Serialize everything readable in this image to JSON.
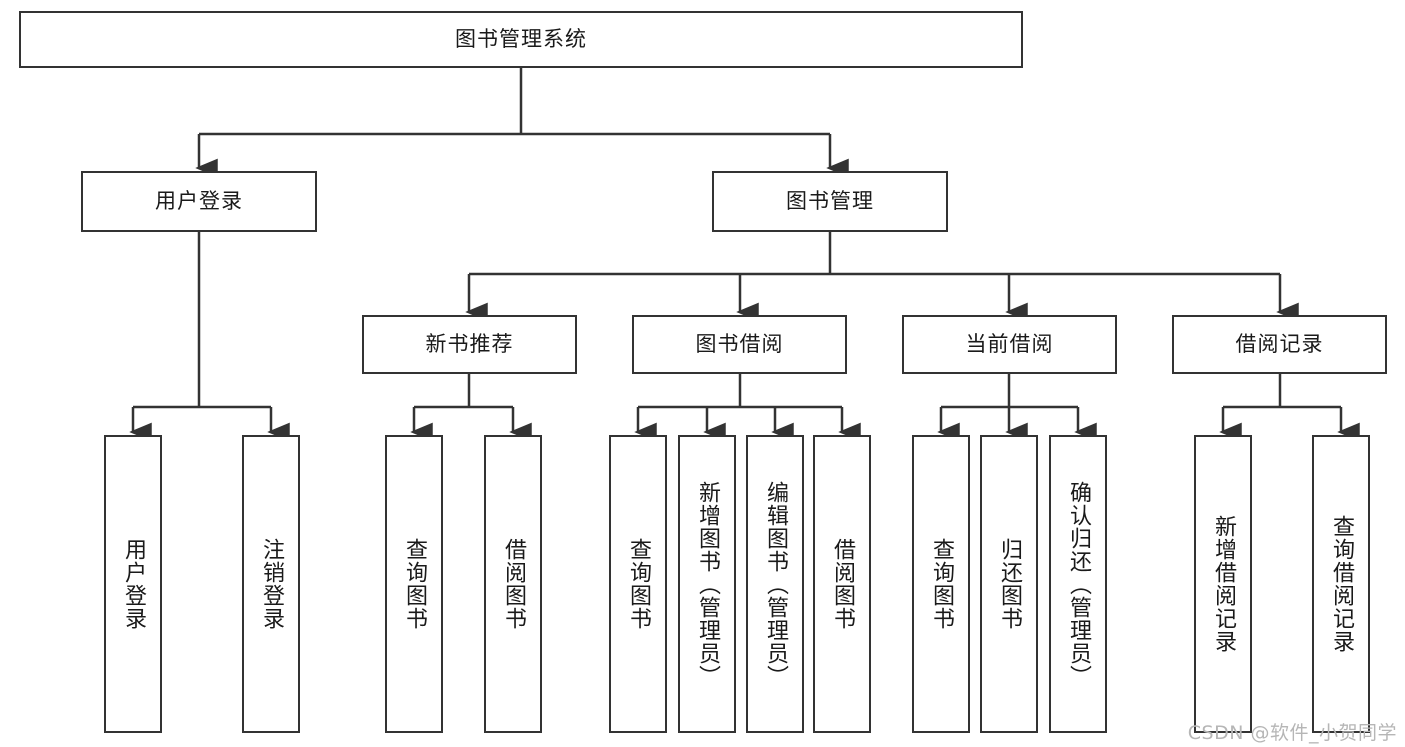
{
  "diagram": {
    "title": "图书管理系统",
    "type": "hierarchy-tree",
    "watermark": "CSDN @软件_小贺同学",
    "colors": {
      "box_border": "#333333",
      "box_fill": "#ffffff",
      "edge": "#333333",
      "text": "#1a1a1a",
      "watermark": "#b6b6b6"
    },
    "levels": {
      "level1": [
        {
          "id": "root",
          "label": "图书管理系统"
        }
      ],
      "level2": [
        {
          "id": "login",
          "label": "用户登录",
          "parent": "root"
        },
        {
          "id": "bookmgmt",
          "label": "图书管理",
          "parent": "root"
        }
      ],
      "level3": [
        {
          "id": "newbook",
          "label": "新书推荐",
          "parent": "bookmgmt"
        },
        {
          "id": "borrow",
          "label": "图书借阅",
          "parent": "bookmgmt"
        },
        {
          "id": "current",
          "label": "当前借阅",
          "parent": "bookmgmt"
        },
        {
          "id": "record",
          "label": "借阅记录",
          "parent": "bookmgmt"
        }
      ],
      "leaves": [
        {
          "id": "leaf-login-1",
          "label": "用户登录",
          "parent": "login"
        },
        {
          "id": "leaf-login-2",
          "label": "注销登录",
          "parent": "login"
        },
        {
          "id": "leaf-newbook-1",
          "label": "查询图书",
          "parent": "newbook"
        },
        {
          "id": "leaf-newbook-2",
          "label": "借阅图书",
          "parent": "newbook"
        },
        {
          "id": "leaf-borrow-1",
          "label": "查询图书",
          "parent": "borrow"
        },
        {
          "id": "leaf-borrow-2",
          "label": "新增图书（管理员）",
          "parent": "borrow"
        },
        {
          "id": "leaf-borrow-3",
          "label": "编辑图书（管理员）",
          "parent": "borrow"
        },
        {
          "id": "leaf-borrow-4",
          "label": "借阅图书",
          "parent": "borrow"
        },
        {
          "id": "leaf-current-1",
          "label": "查询图书",
          "parent": "current"
        },
        {
          "id": "leaf-current-2",
          "label": "归还图书",
          "parent": "current"
        },
        {
          "id": "leaf-current-3",
          "label": "确认归还（管理员）",
          "parent": "current"
        },
        {
          "id": "leaf-record-1",
          "label": "新增借阅记录",
          "parent": "record"
        },
        {
          "id": "leaf-record-2",
          "label": "查询借阅记录",
          "parent": "record"
        }
      ]
    }
  }
}
